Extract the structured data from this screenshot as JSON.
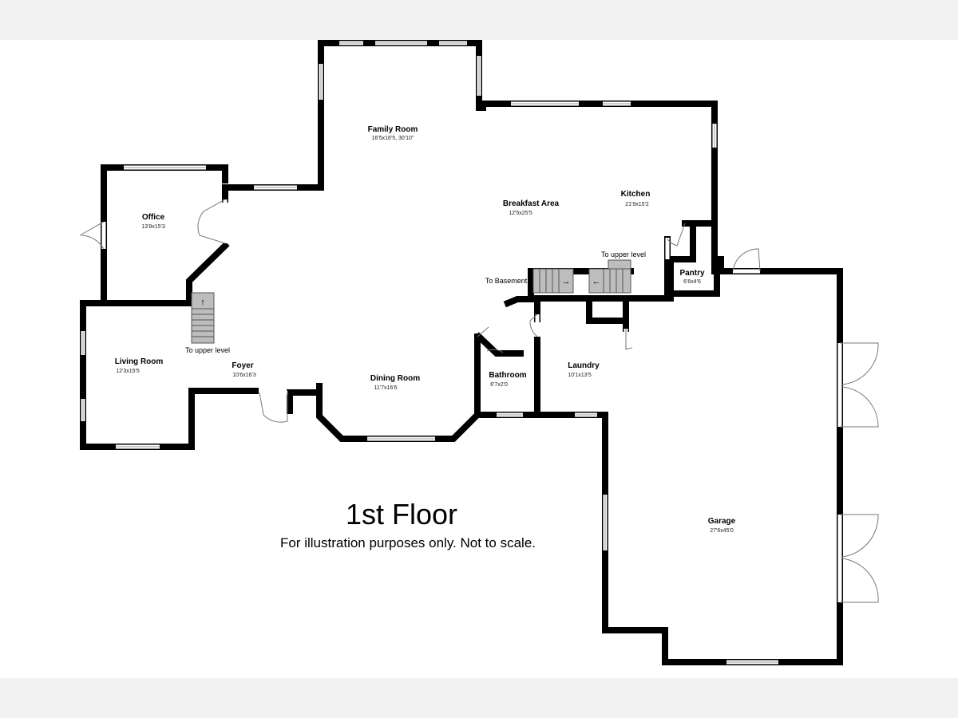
{
  "floor": {
    "title": "1st Floor",
    "subtitle": "For illustration purposes only. Not to scale."
  },
  "rooms": {
    "family_room": {
      "name": "Family Room",
      "dim": "16'5x16'5, 30'10\""
    },
    "breakfast_area": {
      "name": "Breakfast Area",
      "dim": "12'5x25'5"
    },
    "kitchen": {
      "name": "Kitchen",
      "dim": "21'9x15'2"
    },
    "office": {
      "name": "Office",
      "dim": "13'8x15'3"
    },
    "living_room": {
      "name": "Living Room",
      "dim": "12'3x15'5"
    },
    "foyer": {
      "name": "Foyer",
      "dim": "10'6x16'3"
    },
    "dining_room": {
      "name": "Dining Room",
      "dim": "11'7x16'6"
    },
    "bathroom": {
      "name": "Bathroom",
      "dim": "6'7x2'0"
    },
    "laundry": {
      "name": "Laundry",
      "dim": "10'1x13'5"
    },
    "pantry": {
      "name": "Pantry",
      "dim": "6'6x4'6"
    },
    "garage": {
      "name": "Garage",
      "dim": "27'6x45'0"
    }
  },
  "notes": {
    "to_upper_level_foyer": "To upper level",
    "to_upper_level_kitchen": "To upper level",
    "to_basement": "To Basement"
  },
  "colors": {
    "wall": "#000000",
    "stairs": "#bdbdbd",
    "background": "#ffffff"
  }
}
